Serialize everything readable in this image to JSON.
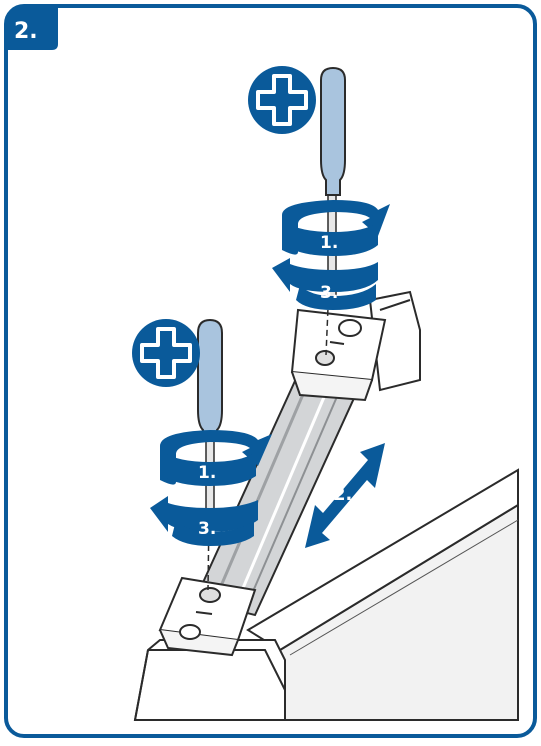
{
  "step_badge": "2.",
  "upper_screw": {
    "turn_first": "1.",
    "turn_last": "3."
  },
  "lower_screw": {
    "turn_first": "1.",
    "turn_last": "3."
  },
  "adjust_arrow_label": "2.",
  "icons": {
    "screwdriver_type": "phillips-cross-icon"
  },
  "colors": {
    "brand_blue": "#0a5a9a",
    "handle_blue": "#a9c4de",
    "metal_gray": "#c9cbcd"
  }
}
